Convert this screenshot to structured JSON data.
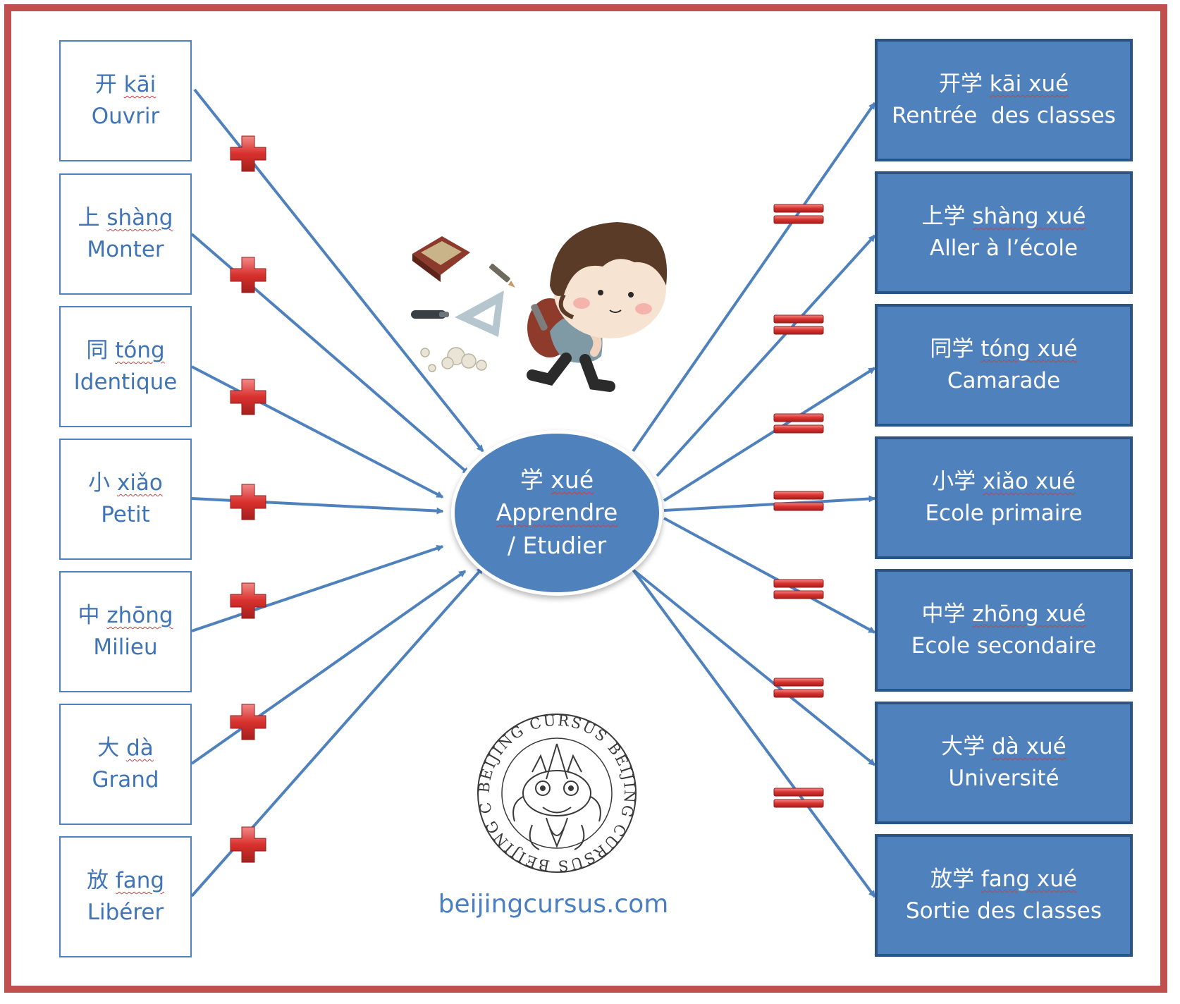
{
  "center": {
    "hanzi": "学",
    "pinyin": "xué",
    "meaning_line1": "Apprendre",
    "meaning_line2": "/ Etudier"
  },
  "left_items": [
    {
      "hanzi": "开",
      "pinyin": "kāi",
      "meaning": "Ouvrir"
    },
    {
      "hanzi": "上",
      "pinyin": "shàng",
      "meaning": "Monter"
    },
    {
      "hanzi": "同",
      "pinyin": "tóng",
      "meaning": "Identique"
    },
    {
      "hanzi": "小",
      "pinyin": "xiǎo",
      "meaning": "Petit"
    },
    {
      "hanzi": "中",
      "pinyin": "zhōng",
      "meaning": "Milieu"
    },
    {
      "hanzi": "大",
      "pinyin": "dà",
      "meaning": "Grand"
    },
    {
      "hanzi": "放",
      "pinyin": "fang",
      "meaning": "Libérer"
    }
  ],
  "right_items": [
    {
      "hanzi": "开学",
      "pinyin": "kāi xué",
      "meaning": "Rentrée  des classes"
    },
    {
      "hanzi": "上学",
      "pinyin": "shàng xué",
      "meaning": "Aller à l’école"
    },
    {
      "hanzi": "同学",
      "pinyin": "tóng xué",
      "meaning": "Camarade"
    },
    {
      "hanzi": "小学",
      "pinyin": "xiǎo xué",
      "meaning": "Ecole primaire"
    },
    {
      "hanzi": "中学",
      "pinyin": "zhōng xué",
      "meaning": "Ecole secondaire"
    },
    {
      "hanzi": "大学",
      "pinyin": "dà xué",
      "meaning": "Université"
    },
    {
      "hanzi": "放学",
      "pinyin": "fang xué",
      "meaning": "Sortie des classes"
    }
  ],
  "seal": {
    "text": "BEIJING CURSUS BEIJING CURSUS BEIJING CURSUS"
  },
  "website": "beijingcursus.com",
  "colors": {
    "frame": "#c0504d",
    "accent_blue": "#4f81bd",
    "operator_red": "#d9312e",
    "text_blue": "#3f74b7"
  },
  "icons": {
    "plus": "plus-sign-icon",
    "equals": "equals-sign-icon",
    "arrow": "arrow-head-icon"
  }
}
